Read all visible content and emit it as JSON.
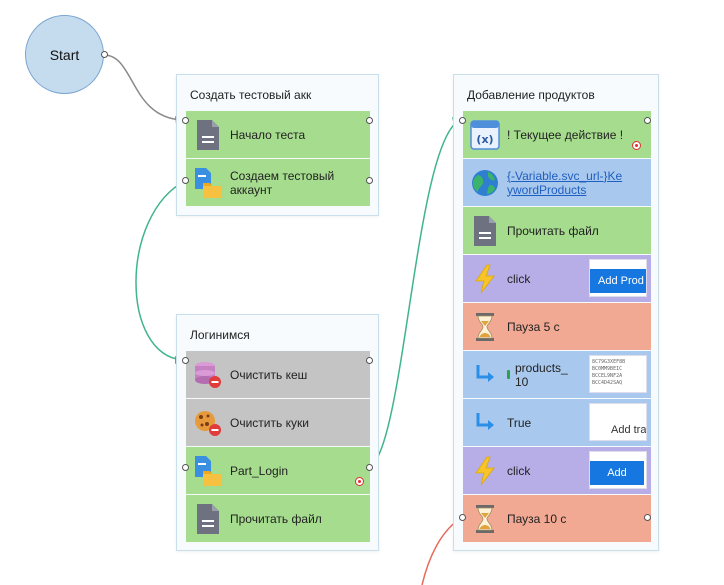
{
  "start": {
    "label": "Start"
  },
  "groups": {
    "create": {
      "title": "Создать тестовый акк",
      "actions": [
        {
          "label": "Начало теста",
          "icon": "document-icon",
          "color": "#a6dc8e"
        },
        {
          "label": "Создаем тестовый аккаунт",
          "icon": "folder-file-icon",
          "color": "#a6dc8e"
        }
      ]
    },
    "login": {
      "title": "Логинимся",
      "actions": [
        {
          "label": "Очистить кеш",
          "icon": "clear-cache-icon",
          "color": "#c4c4c4"
        },
        {
          "label": "Очистить куки",
          "icon": "clear-cookies-icon",
          "color": "#c4c4c4"
        },
        {
          "label": "Part_Login",
          "icon": "folder-file-icon",
          "color": "#a6dc8e"
        },
        {
          "label": "Прочитать файл",
          "icon": "document-icon",
          "color": "#a6dc8e"
        }
      ]
    },
    "products": {
      "title": "Добавление продуктов",
      "actions": [
        {
          "label": "! Текущее действие !",
          "icon": "variable-icon",
          "color": "#a6dc8e"
        },
        {
          "label": "{-Variable.svc_url-}KeywordProducts",
          "icon": "globe-icon",
          "color": "#a9c8ee"
        },
        {
          "label": "Прочитать файл",
          "icon": "document-icon",
          "color": "#a6dc8e"
        },
        {
          "label": "click",
          "icon": "lightning-icon",
          "color": "#b7aee7",
          "thumb": "Add Prod"
        },
        {
          "label": "Пауза 5 с",
          "icon": "hourglass-icon",
          "color": "#f2a994"
        },
        {
          "label": "products_10",
          "icon": "arrow-right-icon",
          "color": "#a9c8ee",
          "thumb": "8C79G3XEF8B\nBC0MM9BEIC\nBCCEL9NF2A\nBCC4D42SAQ"
        },
        {
          "label": "True",
          "icon": "arrow-right-icon",
          "color": "#a9c8ee",
          "thumb": "Add tra"
        },
        {
          "label": "click",
          "icon": "lightning-icon",
          "color": "#b7aee7",
          "thumb": "Add"
        },
        {
          "label": "Пауза 10 с",
          "icon": "hourglass-icon",
          "color": "#f2a994"
        }
      ]
    }
  }
}
